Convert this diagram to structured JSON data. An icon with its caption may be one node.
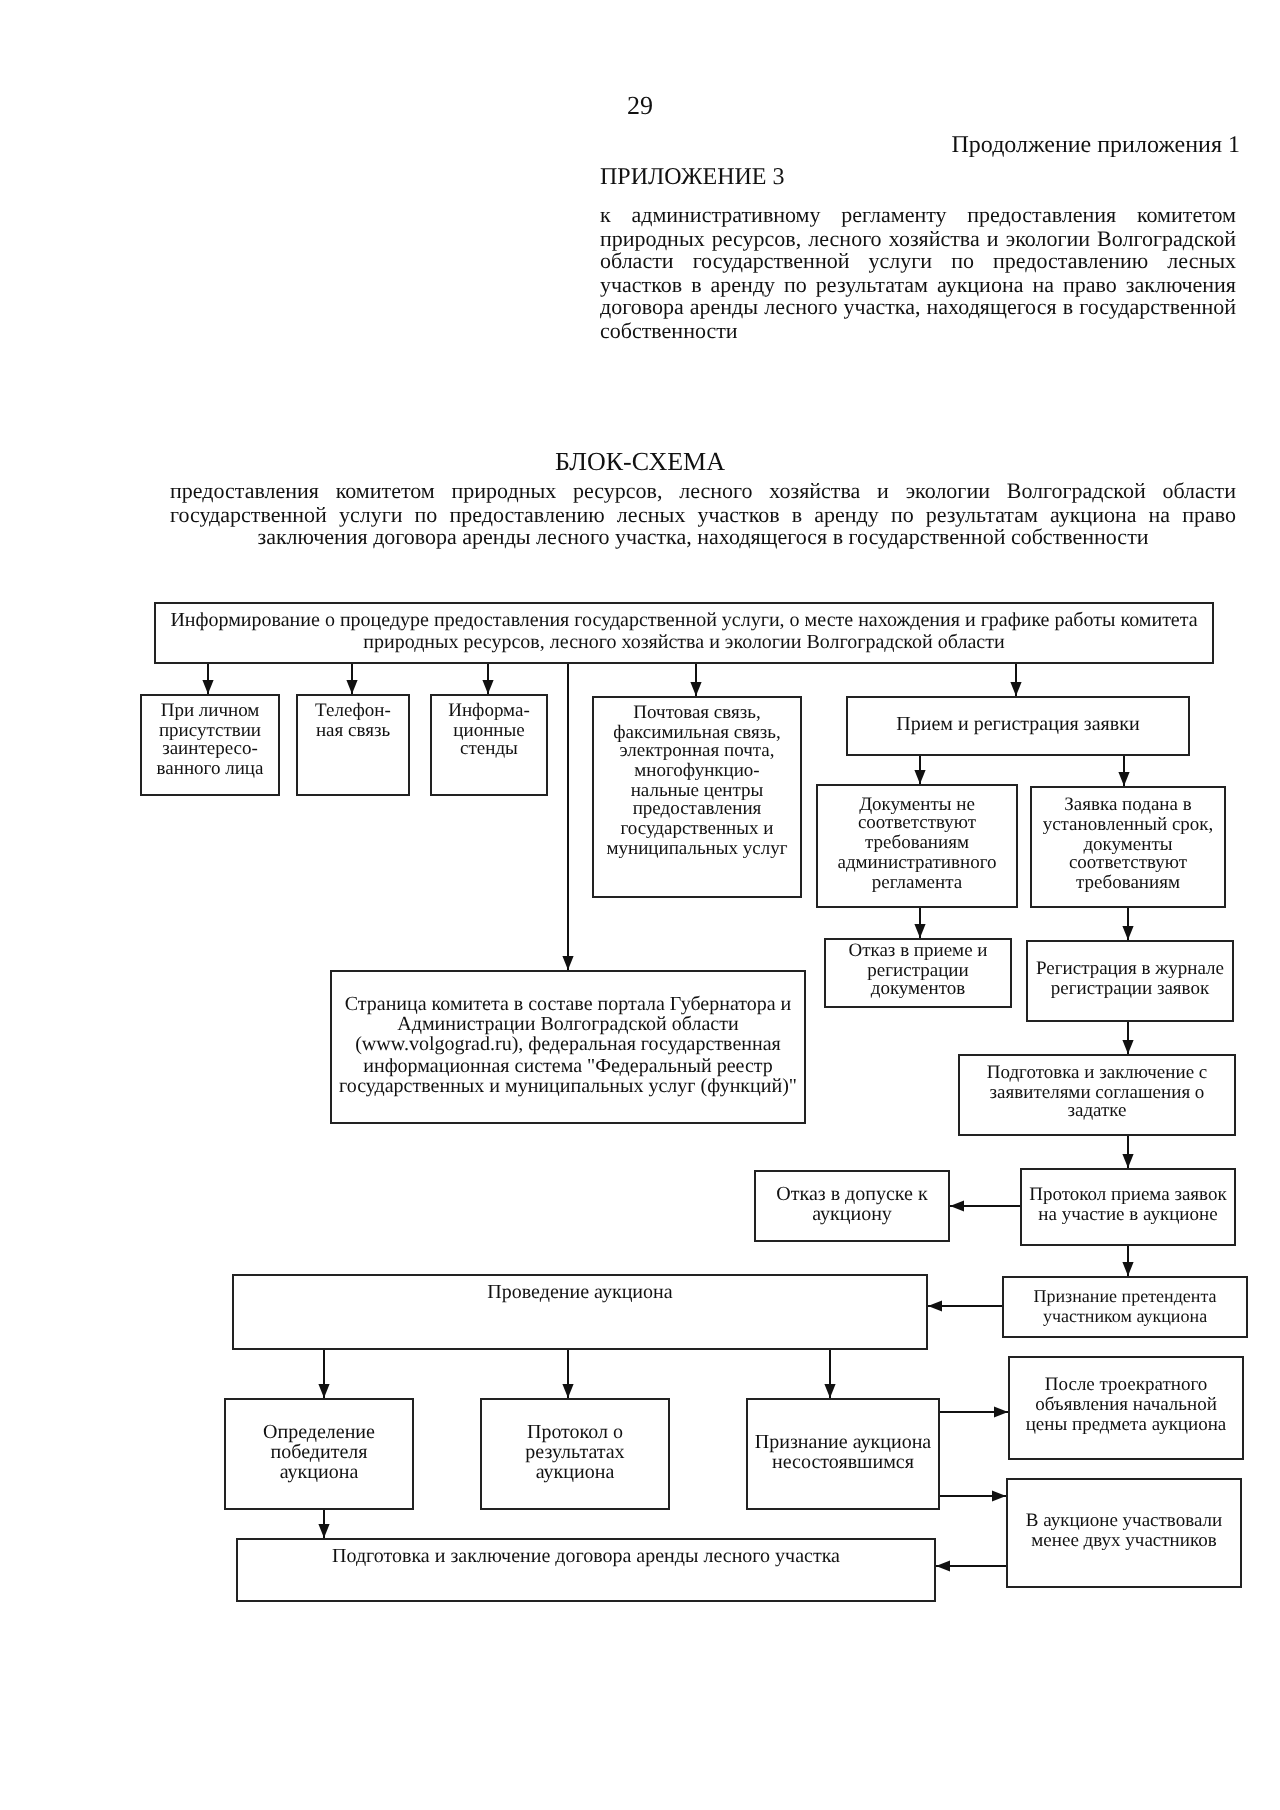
{
  "diagram": {
    "title": "БЛОК-СХЕМА",
    "nodes": [
      {
        "text": [
          "Информирование о процедуре предоставления государственной услуги, о месте нахождения и графике работы комитета природных ресурсов, лесного хозяйства и экологии Волгоградской области"
        ]
      },
      {
        "text": [
          "При личном присутствии заинтересо- ванного лица"
        ]
      },
      {
        "text": [
          "Телефон- ная связь"
        ]
      },
      {
        "text": [
          "Информа- ционные стенды"
        ]
      },
      {
        "text": [
          "Почтовая связь, факсимильная связь, электронная почта, многофункцио- нальные центры предоставления государственных и муниципальных услуг"
        ]
      },
      {
        "text": [
          "Прием и регистрация заявки"
        ]
      },
      {
        "text": [
          "Документы не соответствуют требованиям административного регламента"
        ]
      },
      {
        "text": [
          "Заявка подана в установленный срок, документы соответствуют требованиям"
        ]
      },
      {
        "text": [
          "Отказ в приеме и регистрации документов"
        ]
      },
      {
        "text": [
          "Регистрация в журнале регистрации заявок"
        ]
      },
      {
        "text": [
          "Страница комитета в составе портала Губернатора и Администрации Волгоградской области (www.volgograd.ru), федеральная государственная информационная система \"Федеральный реестр государственных и муниципальных услуг (функций)\""
        ]
      },
      {
        "text": [
          "Подготовка и заключение с заявителями соглашения о задатке"
        ]
      },
      {
        "text": [
          "Отказ в допуске к аукциону"
        ]
      },
      {
        "text": [
          "Протокол приема заявок на участие в аукционе"
        ]
      },
      {
        "text": [
          "Проведение аукциона"
        ]
      },
      {
        "text": [
          "Признание претендента участником аукциона"
        ]
      },
      {
        "text": [
          "После троекратного объявления начальной цены предмета аукциона"
        ]
      },
      {
        "text": [
          "Определение победителя аукциона"
        ]
      },
      {
        "text": [
          "Протокол о результатах аукциона"
        ]
      },
      {
        "text": [
          "Признание аукциона несостоявшимся"
        ]
      },
      {
        "text": [
          "В аукционе участвовали менее двух участников"
        ]
      },
      {
        "text": [
          "Подготовка и заключение договора аренды лесного участка"
        ]
      }
    ],
    "edges": [
      {
        "from": 0,
        "to": 1,
        "arrow": "to"
      },
      {
        "from": 0,
        "to": 2,
        "arrow": "to"
      },
      {
        "from": 0,
        "to": 3,
        "arrow": "to"
      },
      {
        "from": 0,
        "to": 4,
        "arrow": "to"
      },
      {
        "from": 0,
        "to": 5,
        "arrow": "to"
      },
      {
        "from": 0,
        "to": 10,
        "arrow": "to"
      },
      {
        "from": 5,
        "to": 6,
        "arrow": "to"
      },
      {
        "from": 5,
        "to": 7,
        "arrow": "to"
      },
      {
        "from": 6,
        "to": 8,
        "arrow": "to"
      },
      {
        "from": 7,
        "to": 9,
        "arrow": "to"
      },
      {
        "from": 9,
        "to": 11,
        "arrow": "to"
      },
      {
        "from": 11,
        "to": 13,
        "arrow": "to"
      },
      {
        "from": 13,
        "to": 12,
        "arrow": "to"
      },
      {
        "from": 13,
        "to": 15,
        "arrow": "to"
      },
      {
        "from": 15,
        "to": 14,
        "arrow": "to"
      },
      {
        "from": 14,
        "to": 17,
        "arrow": "to"
      },
      {
        "from": 14,
        "to": 18,
        "arrow": "to"
      },
      {
        "from": 14,
        "to": 19,
        "arrow": "to"
      },
      {
        "from": 19,
        "to": 16,
        "arrow": "to"
      },
      {
        "from": 19,
        "to": 20,
        "arrow": "to"
      },
      {
        "from": 17,
        "to": 21,
        "arrow": "to"
      },
      {
        "from": 20,
        "to": 21,
        "arrow": "to"
      }
    ],
    "labels": [
      "29",
      "Продолжение приложения 1",
      "ПРИЛОЖЕНИЕ 3",
      "к административному регламенту предоставления комитетом природных ресурсов, лесного хозяйства и экологии Волгоградской области государственной услуги по предоставлению лесных участков в аренду по результатам аукциона на право заключения договора аренды лесного участка, находящегося в государственной собственности",
      "предоставления комитетом природных ресурсов, лесного хозяйства и экологии Волгоградской области государственной услуги по предоставлению лесных участков в аренду по результатам аукциона на право заключения договора аренды лесного участка, находящегося в государственной собственности"
    ]
  }
}
